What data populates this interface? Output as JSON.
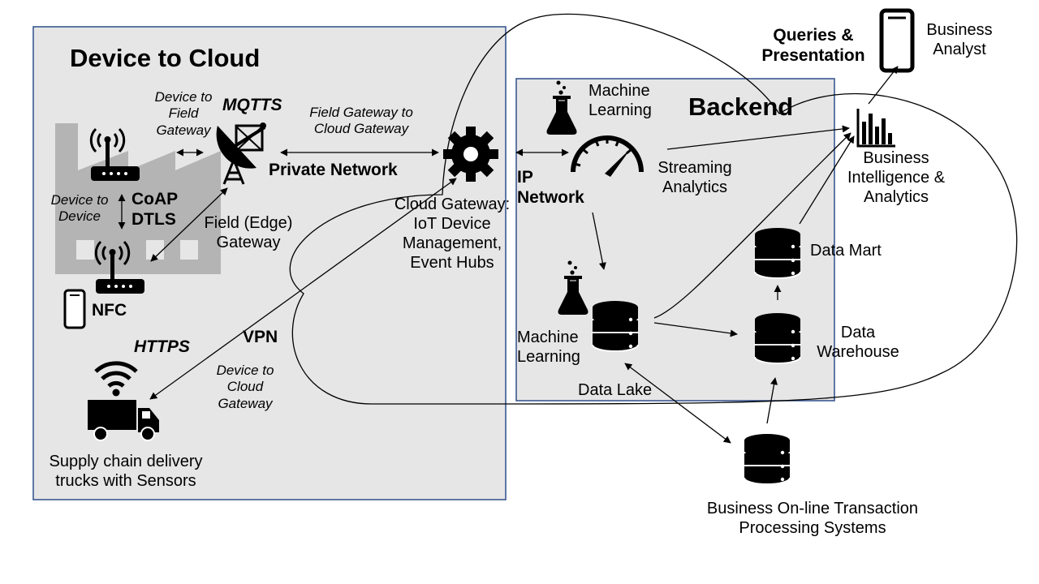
{
  "sections": {
    "device_to_cloud": "Device to Cloud",
    "backend": "Backend"
  },
  "protocols": {
    "mqtts": "MQTTS",
    "coap_dtls": "CoAP\nDTLS",
    "nfc": "NFC",
    "https": "HTTPS",
    "vpn": "VPN",
    "private_network": "Private Network",
    "ip_network": "IP\nNetwork"
  },
  "links": {
    "device_to_field_gateway": "Device to\nField\nGateway",
    "device_to_device": "Device to\nDevice",
    "field_gateway_to_cloud_gateway": "Field Gateway to\nCloud Gateway",
    "device_to_cloud_gateway": "Device to\nCloud\nGateway"
  },
  "components": {
    "field_edge_gateway": "Field (Edge)\nGateway",
    "cloud_gateway": "Cloud Gateway:\nIoT Device\nManagement,\nEvent Hubs",
    "supply_chain_trucks": "Supply chain delivery\ntrucks with Sensors",
    "ml_top": "Machine\nLearning",
    "streaming_analytics": "Streaming\nAnalytics",
    "ml_bottom": "Machine\nLearning",
    "data_lake": "Data Lake",
    "data_mart": "Data Mart",
    "data_warehouse": "Data\nWarehouse",
    "business_intelligence": "Business\nIntelligence &\nAnalytics",
    "queries_presentation": "Queries &\nPresentation",
    "business_analyst": "Business\nAnalyst",
    "oltp": "Business On-line Transaction\nProcessing Systems"
  },
  "colors": {
    "panel_fill": "#e6e6e6",
    "panel_border": "#2e4e8c",
    "factory_silhouette": "#b4b4b4",
    "ink": "#000000"
  },
  "icons": {
    "router": "wifi-router-icon",
    "satellite": "satellite-dish-icon",
    "gear": "gear-icon",
    "gauge": "speedometer-icon",
    "flask": "flask-icon",
    "database": "database-icon",
    "phone": "smartphone-icon",
    "truck": "delivery-truck-icon",
    "chart": "bar-chart-icon",
    "factory": "factory-icon"
  }
}
